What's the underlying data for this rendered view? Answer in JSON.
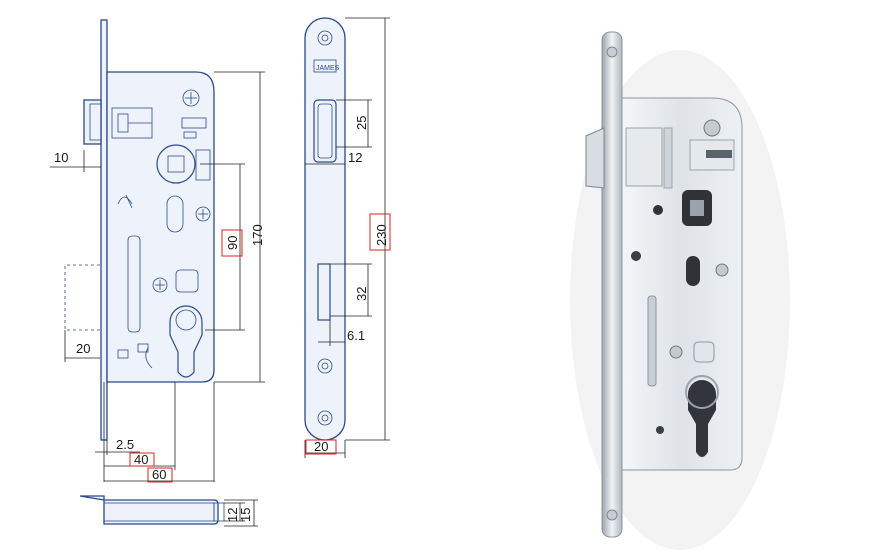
{
  "drawing": {
    "dimensions": {
      "backset_left": "10",
      "face_small": "25",
      "face_small_w": "12",
      "distance_90": "90",
      "height_170": "170",
      "total_230": "230",
      "latch_32": "32",
      "latch_61": "6.1",
      "offset_20": "20",
      "face_w_20": "20",
      "d_25": "2.5",
      "d_40": "40",
      "d_60": "60",
      "d_12": "12",
      "d_15": "15"
    },
    "faceplate_mark": "JAMES"
  },
  "colors": {
    "line": "#2a4a8a",
    "highlight": "#dd2222",
    "metal_light": "#eef1f4",
    "metal_dark": "#9aa3ad"
  }
}
